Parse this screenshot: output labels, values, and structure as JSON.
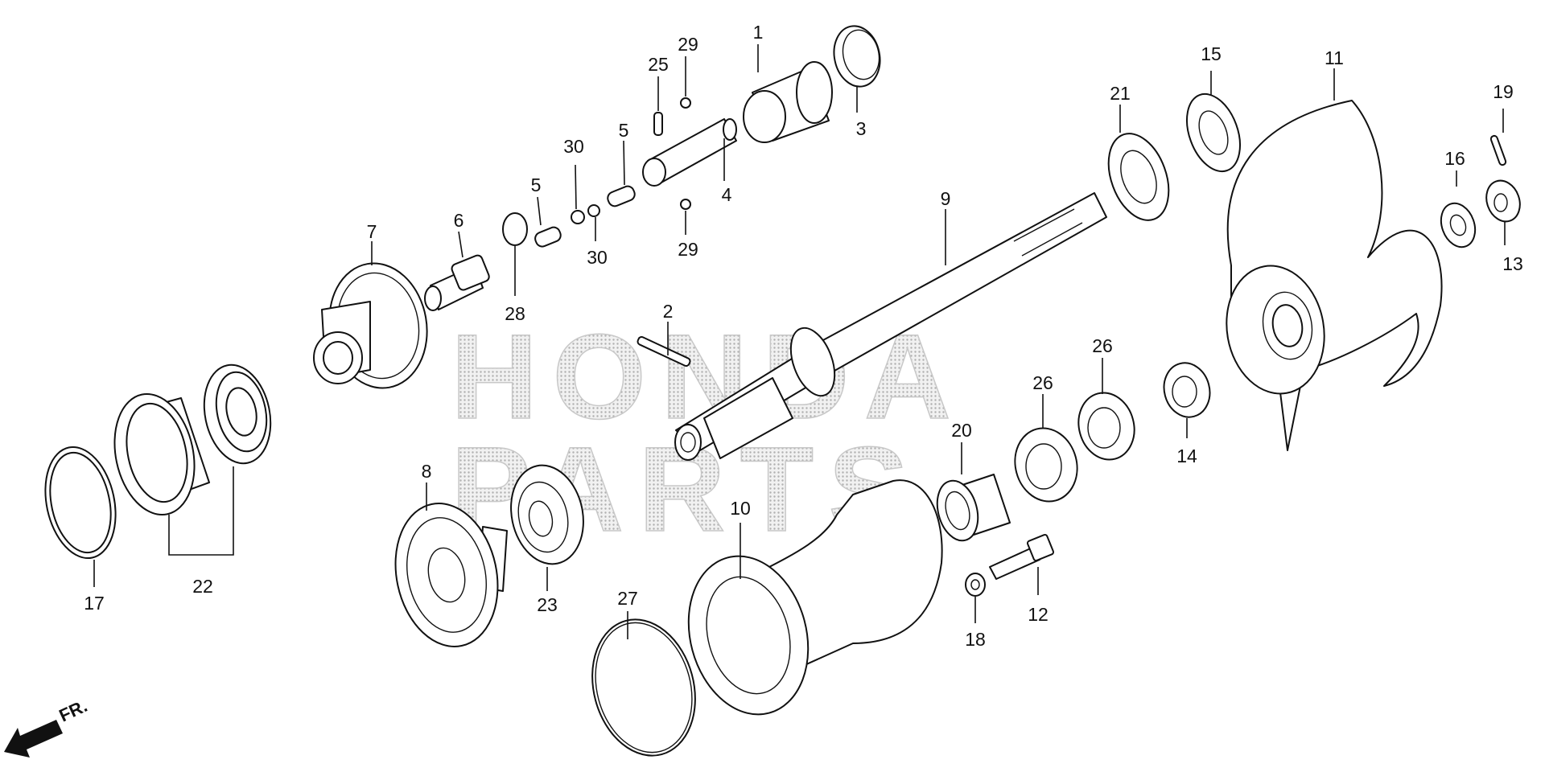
{
  "watermark": {
    "line1": "HONDA",
    "line2": "PARTS"
  },
  "direction": {
    "label": "FR."
  },
  "callouts": [
    {
      "id": "c1",
      "label": "1"
    },
    {
      "id": "c2",
      "label": "2"
    },
    {
      "id": "c3",
      "label": "3"
    },
    {
      "id": "c4",
      "label": "4"
    },
    {
      "id": "c5a",
      "label": "5"
    },
    {
      "id": "c5b",
      "label": "5"
    },
    {
      "id": "c6",
      "label": "6"
    },
    {
      "id": "c7",
      "label": "7"
    },
    {
      "id": "c8",
      "label": "8"
    },
    {
      "id": "c9",
      "label": "9"
    },
    {
      "id": "c10",
      "label": "10"
    },
    {
      "id": "c11",
      "label": "11"
    },
    {
      "id": "c12",
      "label": "12"
    },
    {
      "id": "c13",
      "label": "13"
    },
    {
      "id": "c14",
      "label": "14"
    },
    {
      "id": "c15",
      "label": "15"
    },
    {
      "id": "c16",
      "label": "16"
    },
    {
      "id": "c17",
      "label": "17"
    },
    {
      "id": "c18",
      "label": "18"
    },
    {
      "id": "c19",
      "label": "19"
    },
    {
      "id": "c20",
      "label": "20"
    },
    {
      "id": "c21",
      "label": "21"
    },
    {
      "id": "c22",
      "label": "22"
    },
    {
      "id": "c23",
      "label": "23"
    },
    {
      "id": "c25",
      "label": "25"
    },
    {
      "id": "c26a",
      "label": "26"
    },
    {
      "id": "c26b",
      "label": "26"
    },
    {
      "id": "c27",
      "label": "27"
    },
    {
      "id": "c28",
      "label": "28"
    },
    {
      "id": "c29a",
      "label": "29"
    },
    {
      "id": "c29b",
      "label": "29"
    },
    {
      "id": "c30a",
      "label": "30"
    },
    {
      "id": "c30b",
      "label": "30"
    }
  ]
}
